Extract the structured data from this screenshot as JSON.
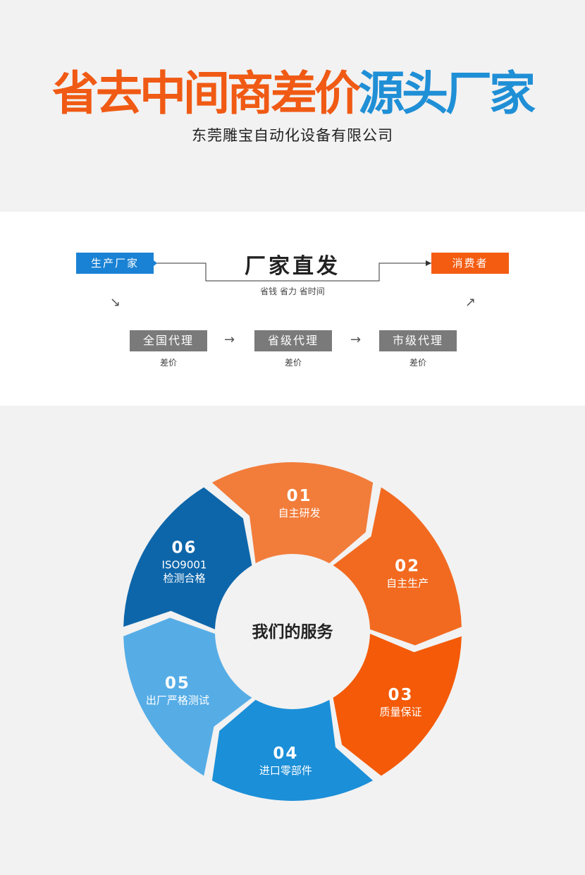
{
  "hero": {
    "headline_orange": "省去中间商差价",
    "headline_blue": "源头厂家",
    "company": "东莞雕宝自动化设备有限公司",
    "colors": {
      "orange": "#f05a14",
      "blue": "#1f8fd6"
    }
  },
  "flow": {
    "producer": "生产厂家",
    "consumer": "消费者",
    "direct_title": "厂家直发",
    "direct_sub": "省钱 省力 省时间",
    "agents": [
      {
        "label": "全国代理",
        "note": "差价"
      },
      {
        "label": "省级代理",
        "note": "差价"
      },
      {
        "label": "市级代理",
        "note": "差价"
      }
    ],
    "arrow_glyph": "→",
    "down_glyph": "↘",
    "up_glyph": "↗"
  },
  "service": {
    "center": "我们的服务",
    "segments": [
      {
        "num": "01",
        "lines": [
          "自主研发"
        ],
        "color": "#f27c3a"
      },
      {
        "num": "02",
        "lines": [
          "自主生产"
        ],
        "color": "#f26a20"
      },
      {
        "num": "03",
        "lines": [
          "质量保证"
        ],
        "color": "#f45a07"
      },
      {
        "num": "04",
        "lines": [
          "进口零部件"
        ],
        "color": "#1b8fd8"
      },
      {
        "num": "05",
        "lines": [
          "出厂严格测试"
        ],
        "color": "#56ade6"
      },
      {
        "num": "06",
        "lines": [
          "ISO9001",
          "检测合格"
        ],
        "color": "#0d66aa"
      }
    ]
  }
}
